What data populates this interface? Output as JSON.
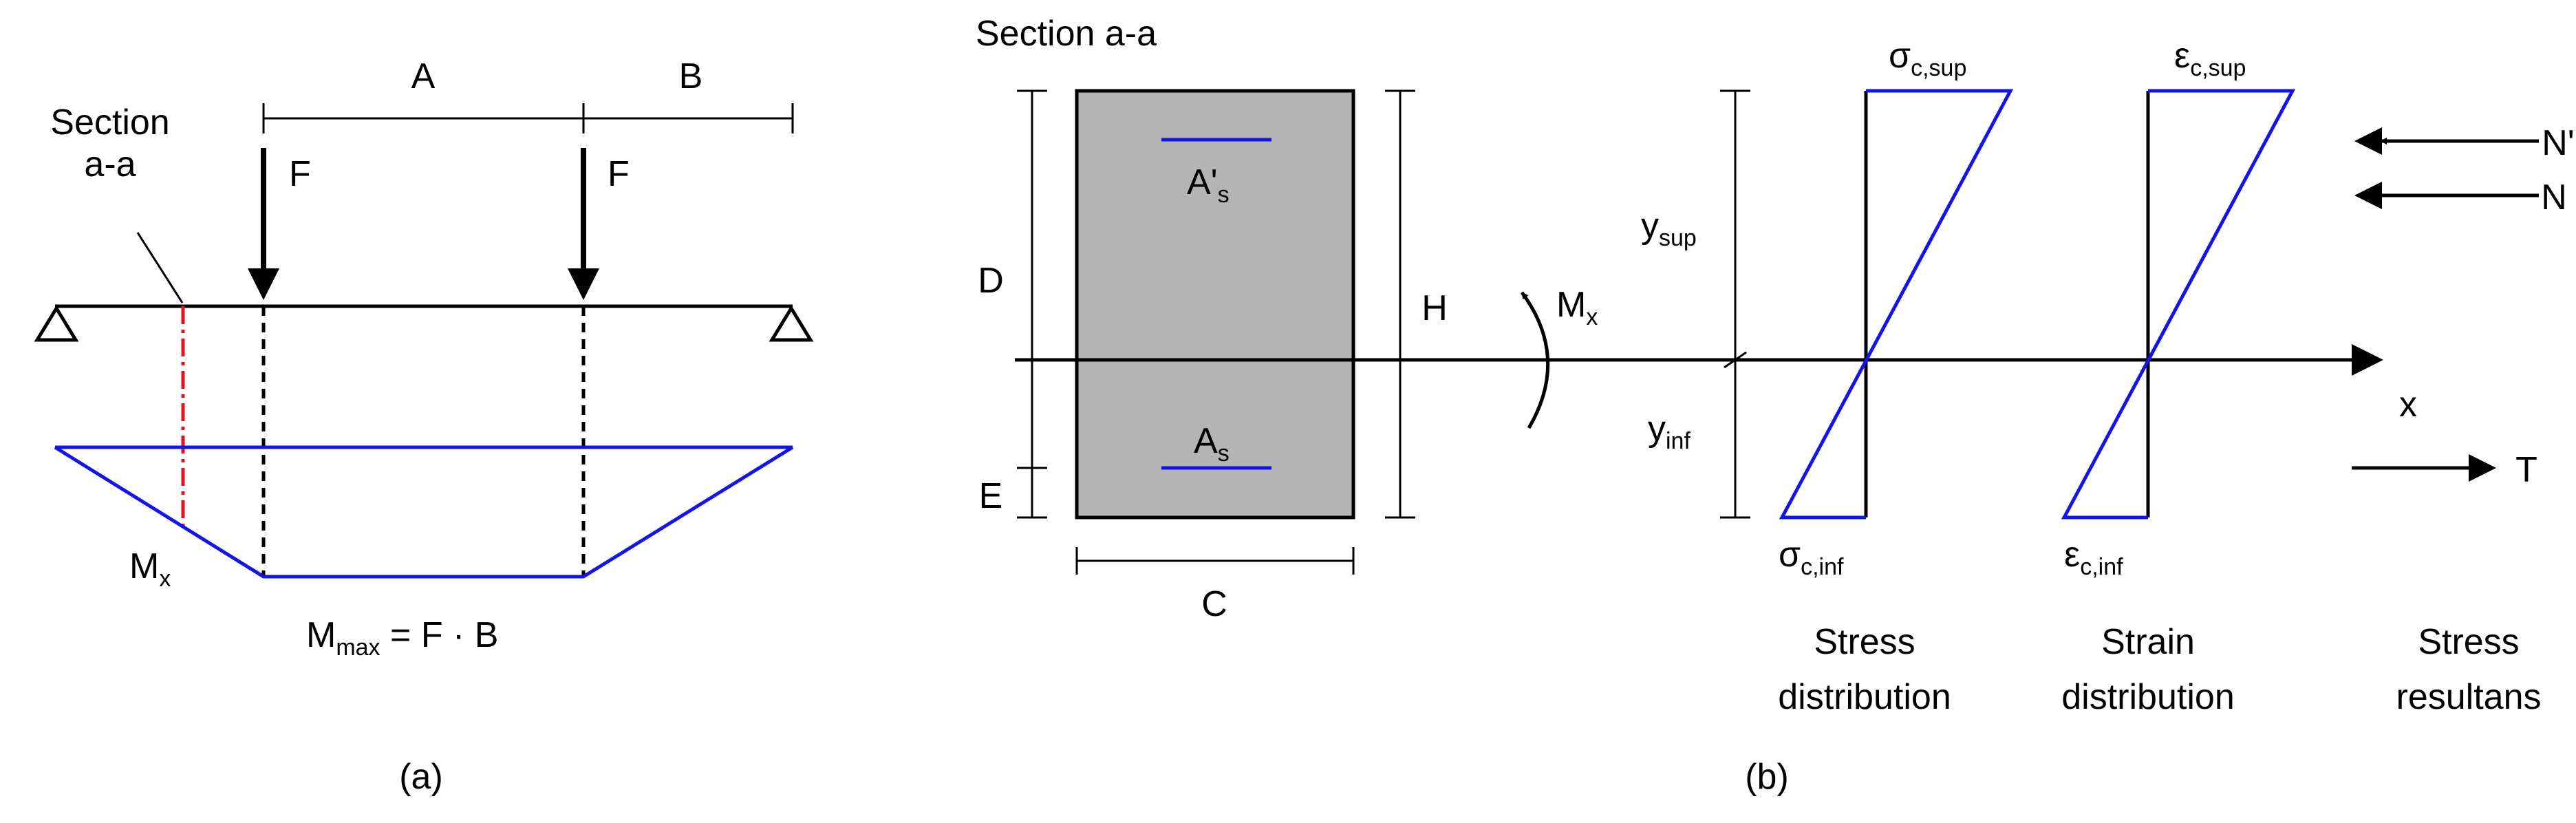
{
  "panel_a": {
    "caption": "(a)",
    "span_a": "A",
    "span_b": "B",
    "section_line1": "Section",
    "section_line2": "a-a",
    "load_left": "F",
    "load_right": "F",
    "moment_label": "M",
    "moment_sub": "x",
    "mmax_label": "M",
    "mmax_sub": "max",
    "mmax_expr": " = F · B"
  },
  "panel_b": {
    "caption": "(b)",
    "section_title": "Section a-a",
    "dim_d": "D",
    "dim_e": "E",
    "dim_h": "H",
    "dim_c": "C",
    "steel_top": "A'",
    "steel_top_sub": "s",
    "steel_bottom": "A",
    "steel_bottom_sub": "s",
    "moment_label": "M",
    "moment_sub": "x",
    "y_sup": "y",
    "y_sup_sub": "sup",
    "y_inf": "y",
    "y_inf_sub": "inf",
    "axis_x": "x",
    "sigma_sup": "σ",
    "sigma_sup_sub": "c,sup",
    "sigma_inf": "σ",
    "sigma_inf_sub": "c,inf",
    "eps_sup": "ε",
    "eps_sup_sub": "c,sup",
    "eps_inf": "ε",
    "eps_inf_sub": "c,inf",
    "force_n_prime": "N'",
    "force_n": "N",
    "force_t": "T",
    "stress_caption_1": "Stress",
    "stress_caption_2": "distribution",
    "strain_caption_1": "Strain",
    "strain_caption_2": "distribution",
    "resultants_caption_1": "Stress",
    "resultants_caption_2": "resultans"
  },
  "colors": {
    "diagram_line": "#1414e6",
    "section_cut": "#e0141e",
    "concrete_fill": "#b4b4b4",
    "ink": "#000000"
  }
}
